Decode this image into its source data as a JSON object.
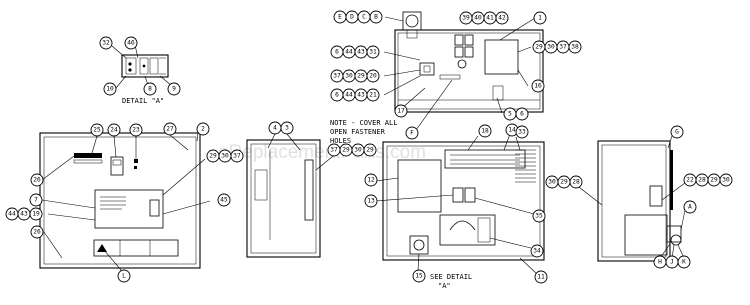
{
  "detail_label": "DETAIL \"A\"",
  "note_lines": [
    "NOTE - COVER ALL",
    "OPEN FASTENER",
    "HOLES"
  ],
  "see_detail_lines": [
    "SEE DETAIL",
    "\"A\""
  ],
  "watermark": "eReplacementParts.com",
  "callouts": {
    "detail": [
      "32",
      "46",
      "10",
      "8",
      "9"
    ],
    "top_row": [
      "E",
      "D",
      "C",
      "B"
    ],
    "top_right": [
      "39",
      "40",
      "41",
      "42"
    ],
    "top_far_right": [
      "1"
    ],
    "left_cluster_1": [
      "6",
      "44",
      "43",
      "31"
    ],
    "left_cluster_2": [
      "37",
      "30",
      "29",
      "20"
    ],
    "left_cluster_3": [
      "6",
      "44",
      "43",
      "21"
    ],
    "top_misc": [
      "17",
      "F",
      "16",
      "5",
      "6"
    ],
    "top_right_cluster": [
      "29",
      "30",
      "37",
      "38"
    ],
    "front_top": [
      "25",
      "24",
      "23",
      "27",
      "2"
    ],
    "front_right": [
      "29",
      "30",
      "37"
    ],
    "front_left": [
      "26",
      "7",
      "44",
      "43",
      "19",
      "26"
    ],
    "front_misc": [
      "45",
      "L"
    ],
    "side_top": [
      "4",
      "3"
    ],
    "side_bottom": [
      "37",
      "29",
      "30",
      "29"
    ],
    "inner_top": [
      "18",
      "14",
      "33"
    ],
    "inner_left": [
      "12",
      "13"
    ],
    "inner_right": [
      "35",
      "34",
      "11",
      "15"
    ],
    "right_view": [
      "G",
      "30",
      "29",
      "28",
      "22",
      "28",
      "29",
      "30",
      "A",
      "H",
      "J",
      "K"
    ]
  }
}
